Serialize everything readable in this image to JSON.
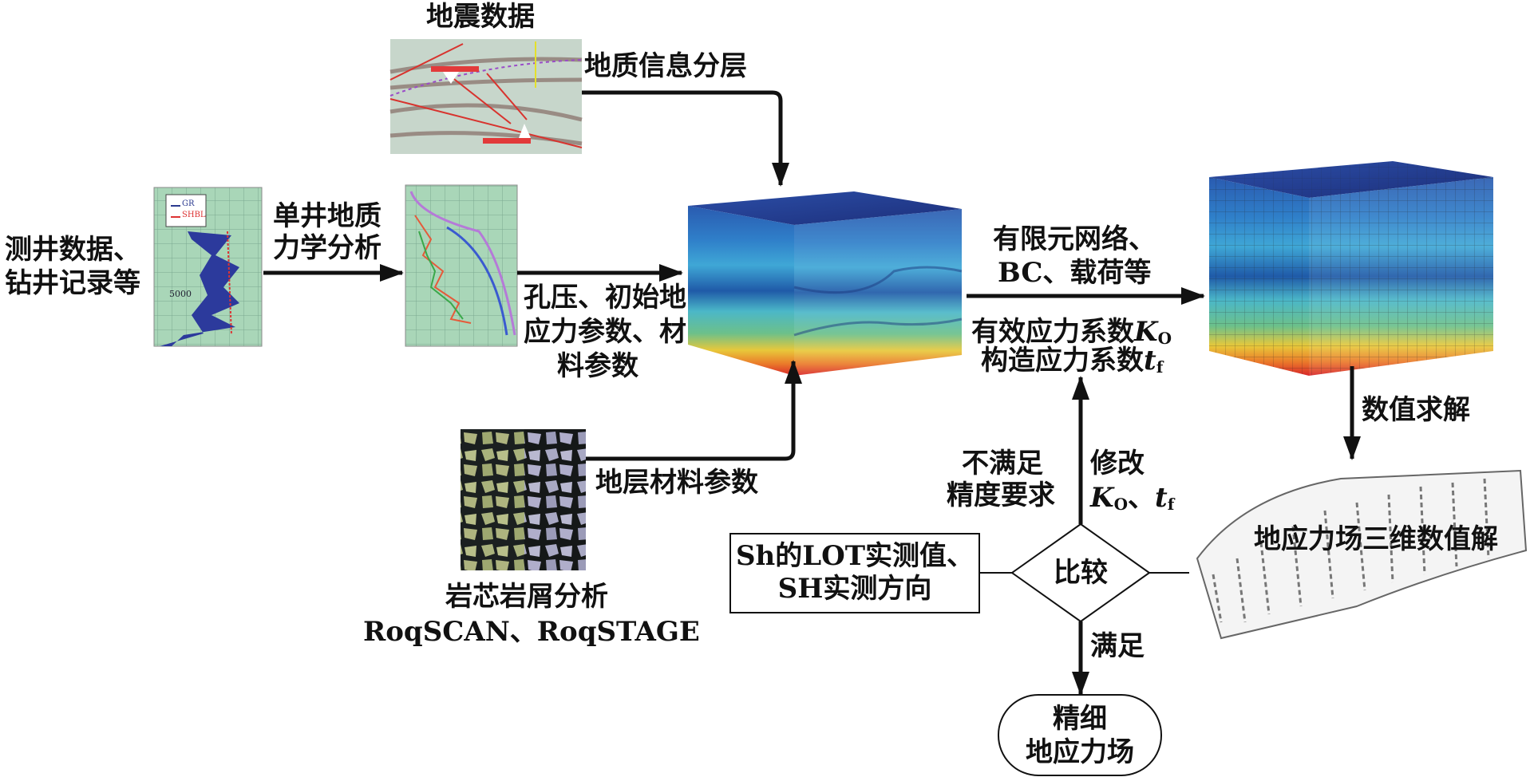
{
  "seismic": {
    "title": "地震数据",
    "arrow_label": "地质信息分层"
  },
  "well": {
    "label_line1": "测井数据、",
    "label_line2": "钻井记录等",
    "log_legend": [
      "GR",
      "SHBL"
    ],
    "log_depth": "5000"
  },
  "geomech": {
    "label_line1": "单井地质",
    "label_line2": "力学分析"
  },
  "params": {
    "line1": "孔压、初始地",
    "line2": "应力参数、材",
    "line3": "料参数"
  },
  "rock": {
    "arrow_label": "地层材料参数",
    "caption_line1": "岩芯岩屑分析",
    "caption_line2": "RoqSCAN、RoqSTAGE"
  },
  "mesh": {
    "line1": "有限元网络、",
    "line2": "BC、载荷等",
    "coef1_text": "有效应力系数",
    "coef1_sym": "K",
    "coef1_sub": "O",
    "coef2_text": "构造应力系数",
    "coef2_sym": "t",
    "coef2_sub": "f"
  },
  "solve": {
    "label": "数值求解",
    "result_label": "地应力场三维数值解"
  },
  "compare": {
    "diamond": "比较",
    "measured_line1": "Sh的LOT实测值、",
    "measured_line2": "SH实测方向"
  },
  "fail": {
    "line1": "不满足",
    "line2": "精度要求",
    "modify_line1": "修改",
    "modify_sym1": "K",
    "modify_sub1": "O",
    "modify_sep": "、",
    "modify_sym2": "t",
    "modify_sub2": "f"
  },
  "pass": {
    "label": "满足",
    "final_line1": "精细",
    "final_line2": "地应力场"
  }
}
